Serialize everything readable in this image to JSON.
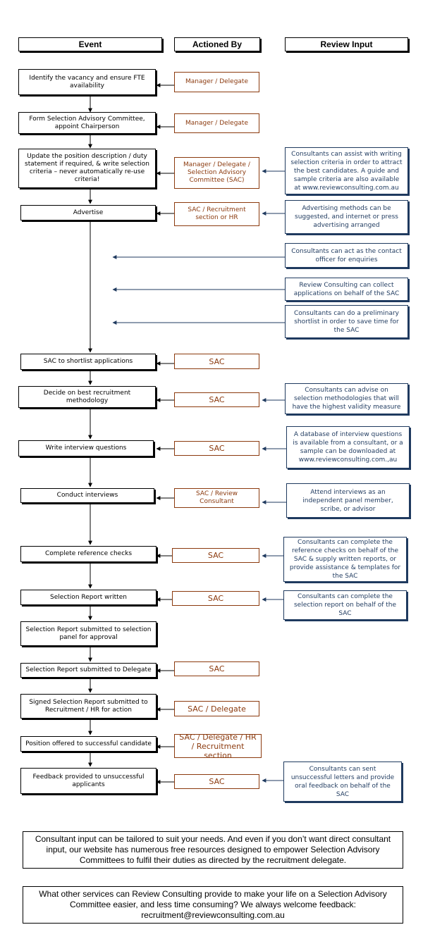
{
  "headers": {
    "event": "Event",
    "actioned_by": "Actioned By",
    "review_input": "Review Input"
  },
  "events": [
    "Identify the vacancy and ensure FTE availability",
    "Form Selection Advisory Committee, appoint Chairperson",
    "Update the position description / duty statement if required, & write selection criteria – never automatically re-use criteria!",
    "Advertise",
    "SAC to shortlist applications",
    "Decide on best recruitment methodology",
    "Write interview questions",
    "Conduct interviews",
    "Complete reference checks",
    "Selection Report written",
    "Selection Report submitted to selection panel for approval",
    "Selection Report submitted to Delegate",
    "Signed Selection Report submitted to Recruitment / HR for action",
    "Position offered to successful candidate",
    "Feedback provided to unsuccessful applicants"
  ],
  "actioned_by": [
    "Manager / Delegate",
    "Manager / Delegate",
    "Manager / Delegate / Selection Advisory Committee (SAC)",
    "SAC / Recruitment section or HR",
    "SAC",
    "SAC",
    "SAC",
    "SAC / Review Consultant",
    "SAC",
    "SAC",
    "SAC",
    "SAC / Delegate",
    "SAC / Delegate / HR / Recruitment section",
    "SAC"
  ],
  "review_inputs": [
    "Consultants can assist with writing selection criteria in order to attract the best candidates.  A guide and sample criteria are also available at www.reviewconsulting.com.au",
    "Advertising methods can be suggested, and internet or press advertising arranged",
    "Consultants can act as the contact officer for enquiries",
    "Review Consulting can collect applications on behalf of the SAC",
    "Consultants can do a preliminary shortlist in order to save time for the SAC",
    "Consultants can advise on selection methodologies that will have the highest validity measure",
    "A database of interview questions is available from a consultant, or a sample can be downloaded at www.reviewconsulting.com.,au",
    "Attend interviews as an independent panel member, scribe, or advisor",
    "Consultants can complete the reference checks on behalf of the SAC & supply written reports, or provide assistance & templates for the SAC",
    "Consultants can complete the selection report on behalf of the SAC",
    "Consultants can sent unsuccessful letters and provide oral feedback on behalf of the SAC"
  ],
  "footer": {
    "note1": "Consultant input can be tailored to suit your needs.  And even if you don’t want direct consultant input, our website has numerous free resources designed to empower Selection Advisory Committees to fulfil their duties as directed by the recruitment delegate.",
    "note2": "What other services can Review Consulting provide to make your life on a Selection Advisory Committee easier, and less time consuming? We always welcome feedback: recruitment@reviewconsulting.com.au"
  }
}
